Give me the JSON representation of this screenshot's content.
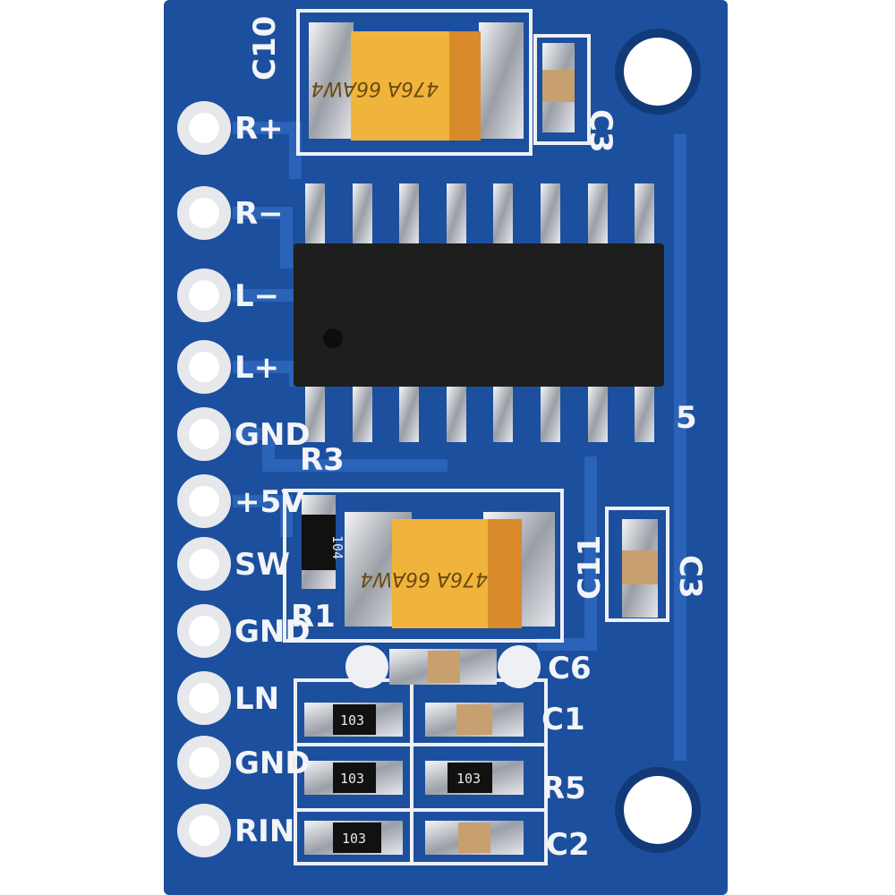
{
  "board": {
    "colors": {
      "pcb": "#1c4f9e",
      "silkscreen": "#f2f4f8",
      "solder": "#d0d3d8",
      "chip": "#1e1e1e",
      "tantalum": "#f0b43c"
    },
    "pin_labels": [
      "R+",
      "R−",
      "L−",
      "L+",
      "GND",
      "+5V",
      "SW",
      "GND",
      "LN",
      "GND",
      "RIN"
    ],
    "designators": {
      "c10": "C10",
      "c3_top": "C3",
      "r3": "R3",
      "pin5": "5",
      "c11": "C11",
      "c3_mid": "C3",
      "r1": "R1",
      "c6": "C6",
      "c1": "C1",
      "r5": "R5",
      "c2": "C2"
    },
    "component_marks": {
      "tantalum": "476A 66AW4",
      "r_104": "104",
      "r_103_a": "103",
      "r_103_b": "103",
      "r_103_c": "103",
      "r_103_d": "103"
    }
  }
}
